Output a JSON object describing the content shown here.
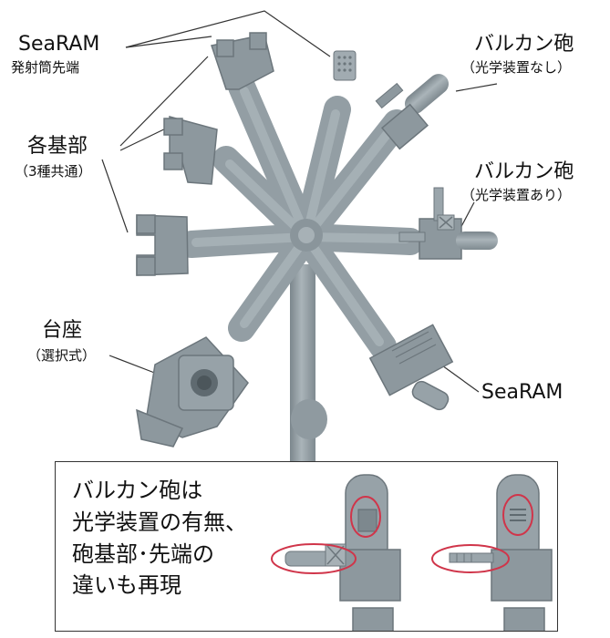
{
  "labels": {
    "searam_tip": {
      "line1": "SeaRAM",
      "line2": "発射筒先端"
    },
    "bases": {
      "line1": "各基部",
      "line2": "（3種共通）"
    },
    "stand": {
      "line1": "台座",
      "line2": "（選択式）"
    },
    "vulcan_no_optics": {
      "line1": "バルカン砲",
      "line2": "（光学装置なし）"
    },
    "vulcan_optics": {
      "line1": "バルカン砲",
      "line2": "（光学装置あり）"
    },
    "searam": {
      "line1": "SeaRAM"
    }
  },
  "callout": {
    "lines": [
      "バルカン砲は",
      "光学装置の有無、",
      "砲基部･先端の",
      "違いも再現"
    ]
  },
  "colors": {
    "plastic": "#9aa5ab",
    "plastic_dark": "#6f7a80",
    "plastic_light": "#c3cbcf",
    "highlight_circle": "#d0354a",
    "text": "#111111"
  }
}
